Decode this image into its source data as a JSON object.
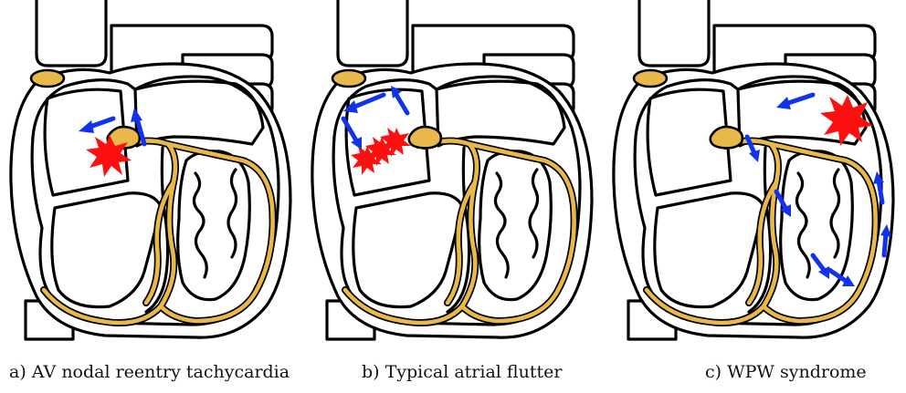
{
  "figure": {
    "panels": [
      {
        "caption": "a) AV nodal reentry tachycardia"
      },
      {
        "caption": "b) Typical atrial flutter"
      },
      {
        "caption": "c) WPW syndrome"
      }
    ]
  },
  "colors": {
    "conduction": "#e8b84a",
    "arrow": "#1133ee",
    "focus": "#ff1010",
    "outline": "#000000"
  }
}
